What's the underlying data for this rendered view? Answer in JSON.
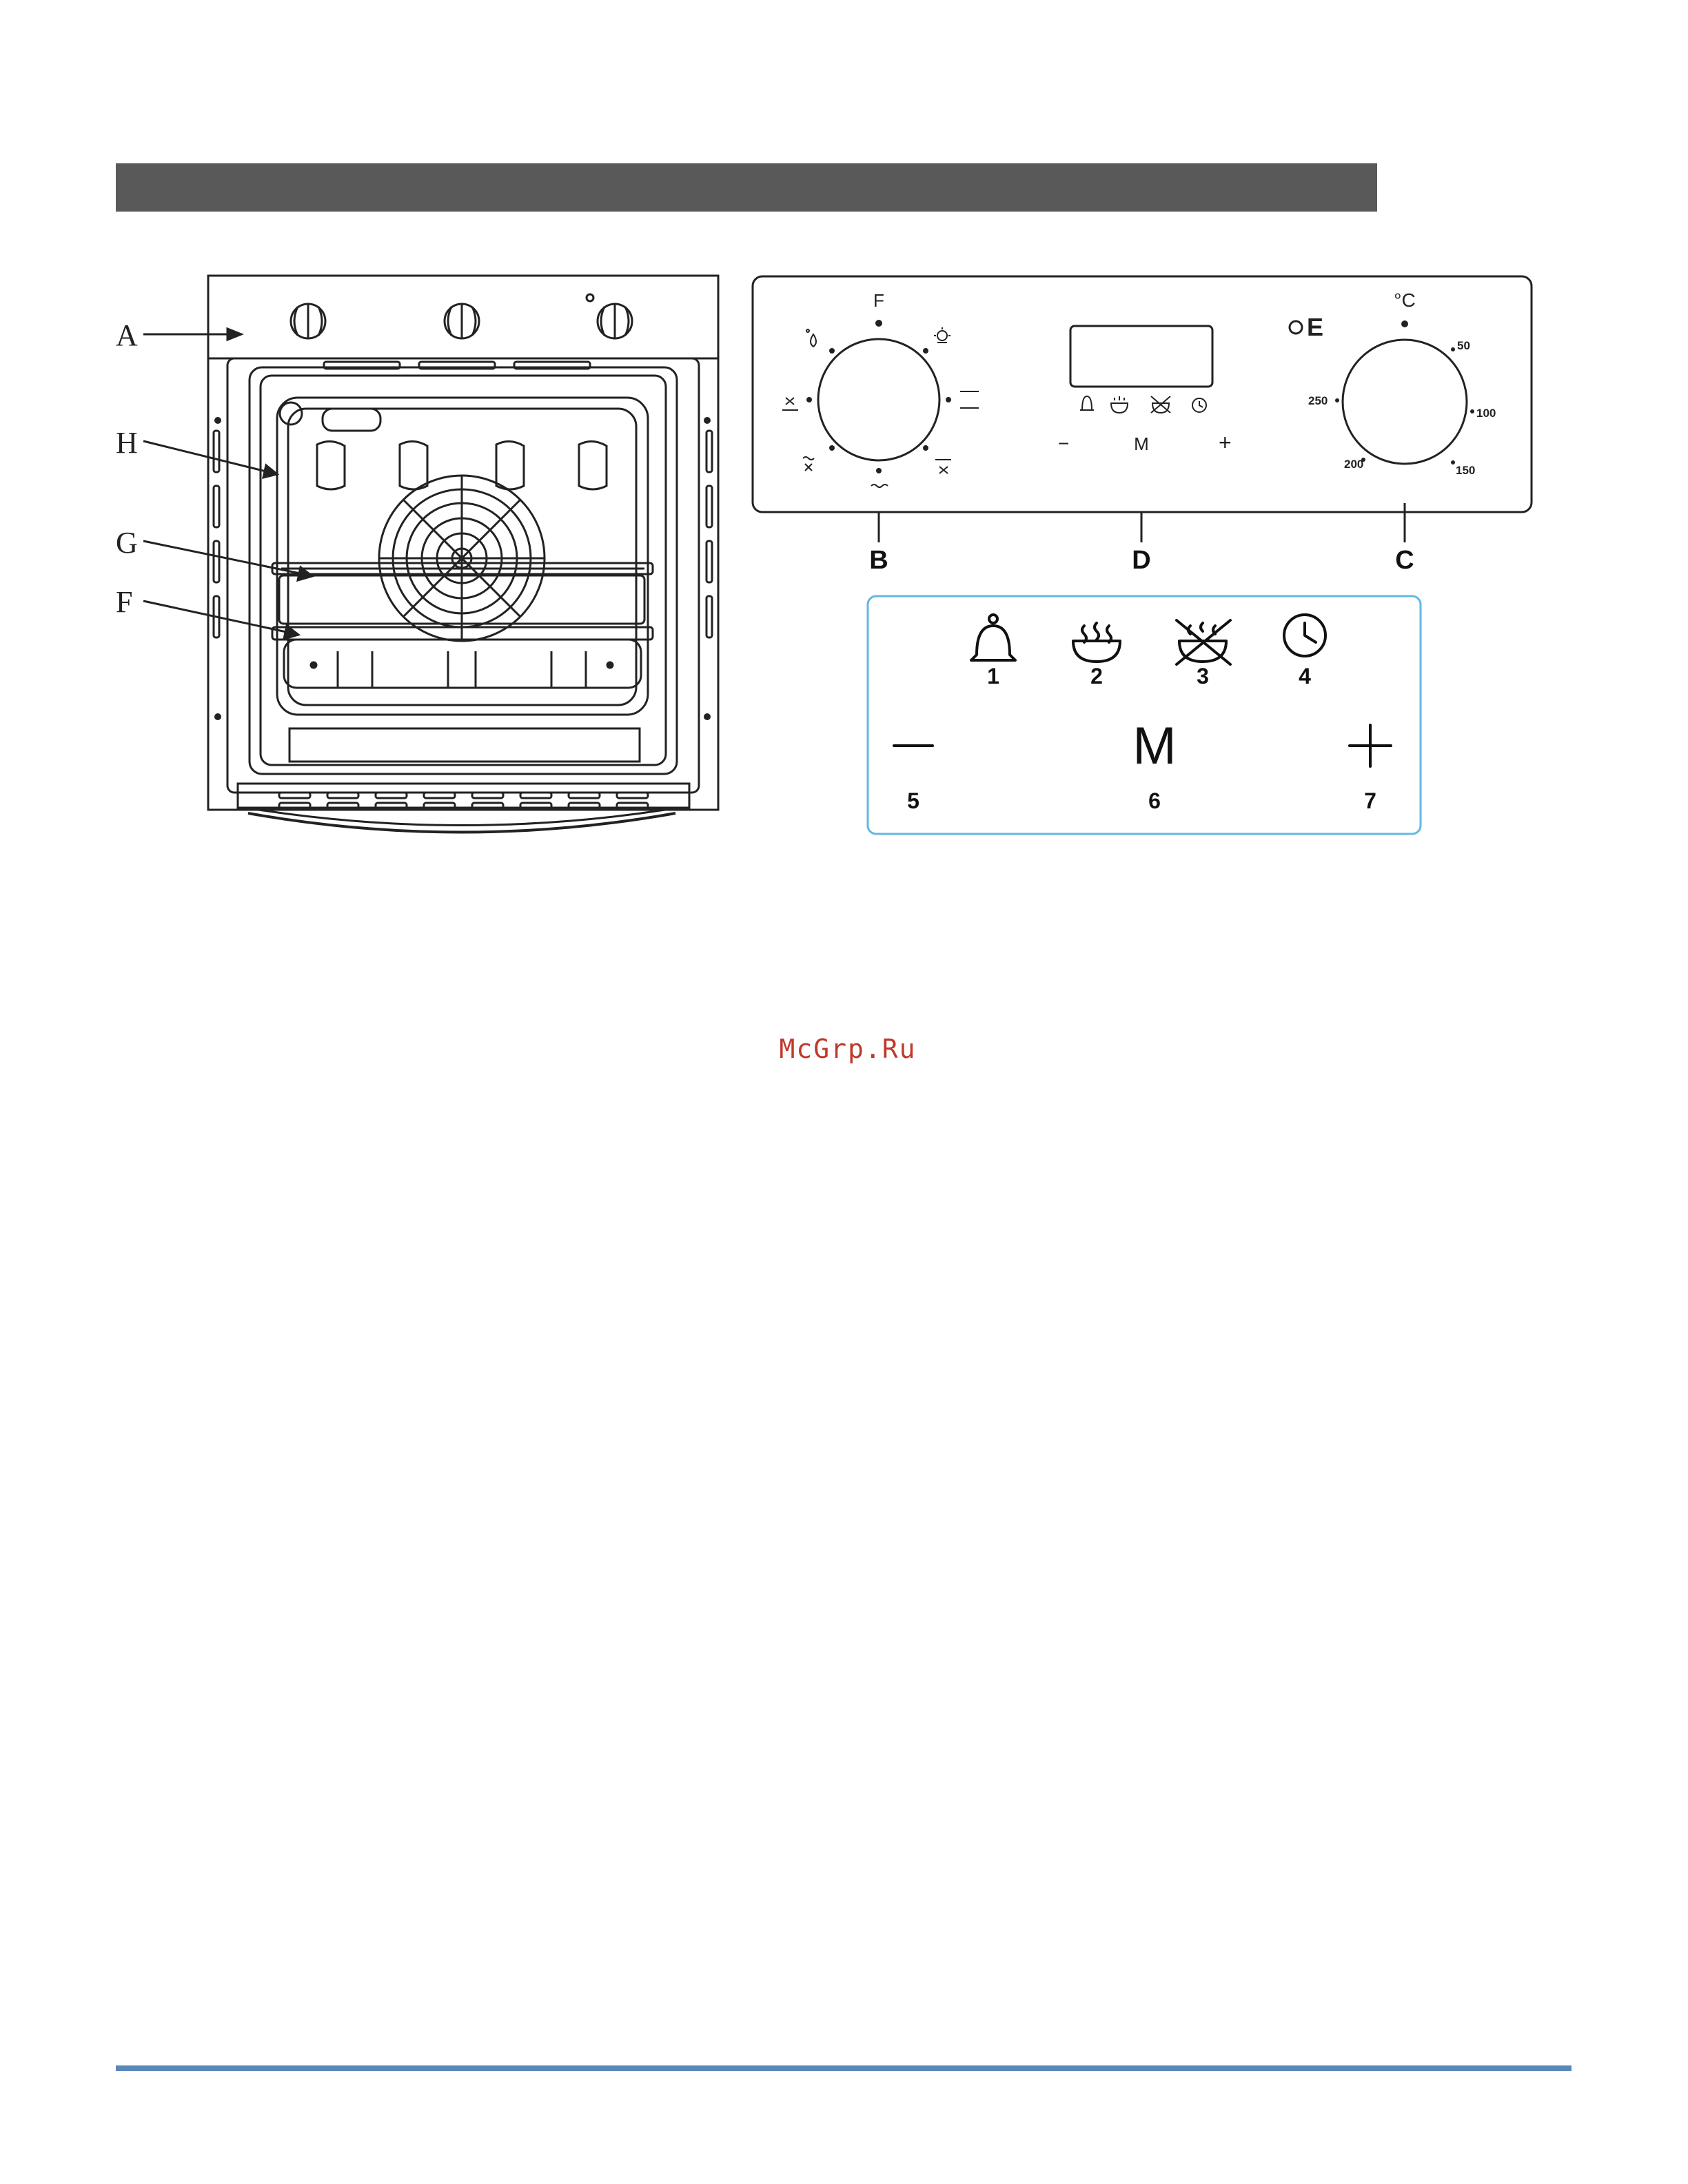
{
  "oven_callouts": {
    "a": "A",
    "h": "H",
    "g": "G",
    "f": "F"
  },
  "control_panel": {
    "label_b": "B",
    "label_d": "D",
    "label_c": "C",
    "indicator_e": "E",
    "function_knob_top": "F",
    "minus_symbol": "−",
    "mode_symbol": "M",
    "plus_symbol": "+",
    "temp_unit": "°C",
    "temp_ticks": [
      "50",
      "100",
      "150",
      "200",
      "250"
    ]
  },
  "touch_panel": {
    "keys": [
      {
        "number": "1",
        "icon": "bell-icon"
      },
      {
        "number": "2",
        "icon": "steaming-dish-icon"
      },
      {
        "number": "3",
        "icon": "no-steam-dish-icon"
      },
      {
        "number": "4",
        "icon": "clock-icon"
      }
    ],
    "minus_number": "5",
    "m_symbol": "M",
    "m_number": "6",
    "plus_number": "7"
  },
  "watermark": "McGrp.Ru",
  "colors": {
    "header_bar": "#595959",
    "footer_rule": "#5b86b8",
    "touch_panel_border": "#62b8e3",
    "watermark": "#c0392b"
  }
}
